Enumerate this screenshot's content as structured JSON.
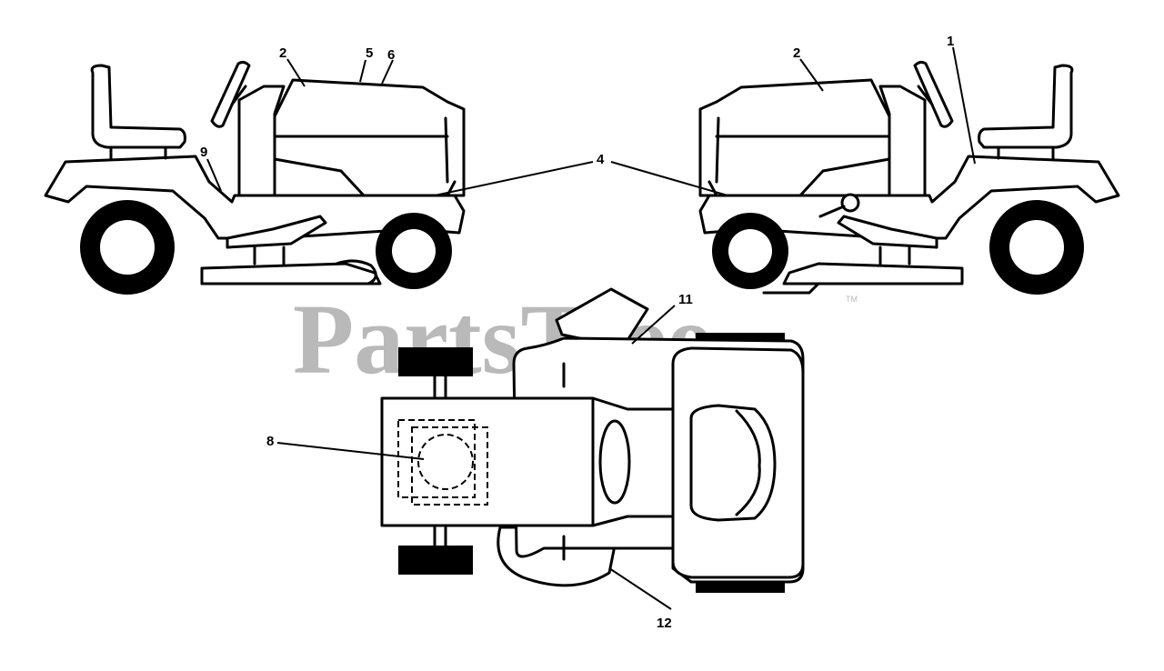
{
  "watermark": {
    "text": "PartsTree",
    "trademark": "TM"
  },
  "callouts": {
    "c1": "1",
    "c2_left": "2",
    "c2_right": "2",
    "c4": "4",
    "c5": "5",
    "c6": "6",
    "c8": "8",
    "c9": "9",
    "c11": "11",
    "c12": "12"
  }
}
